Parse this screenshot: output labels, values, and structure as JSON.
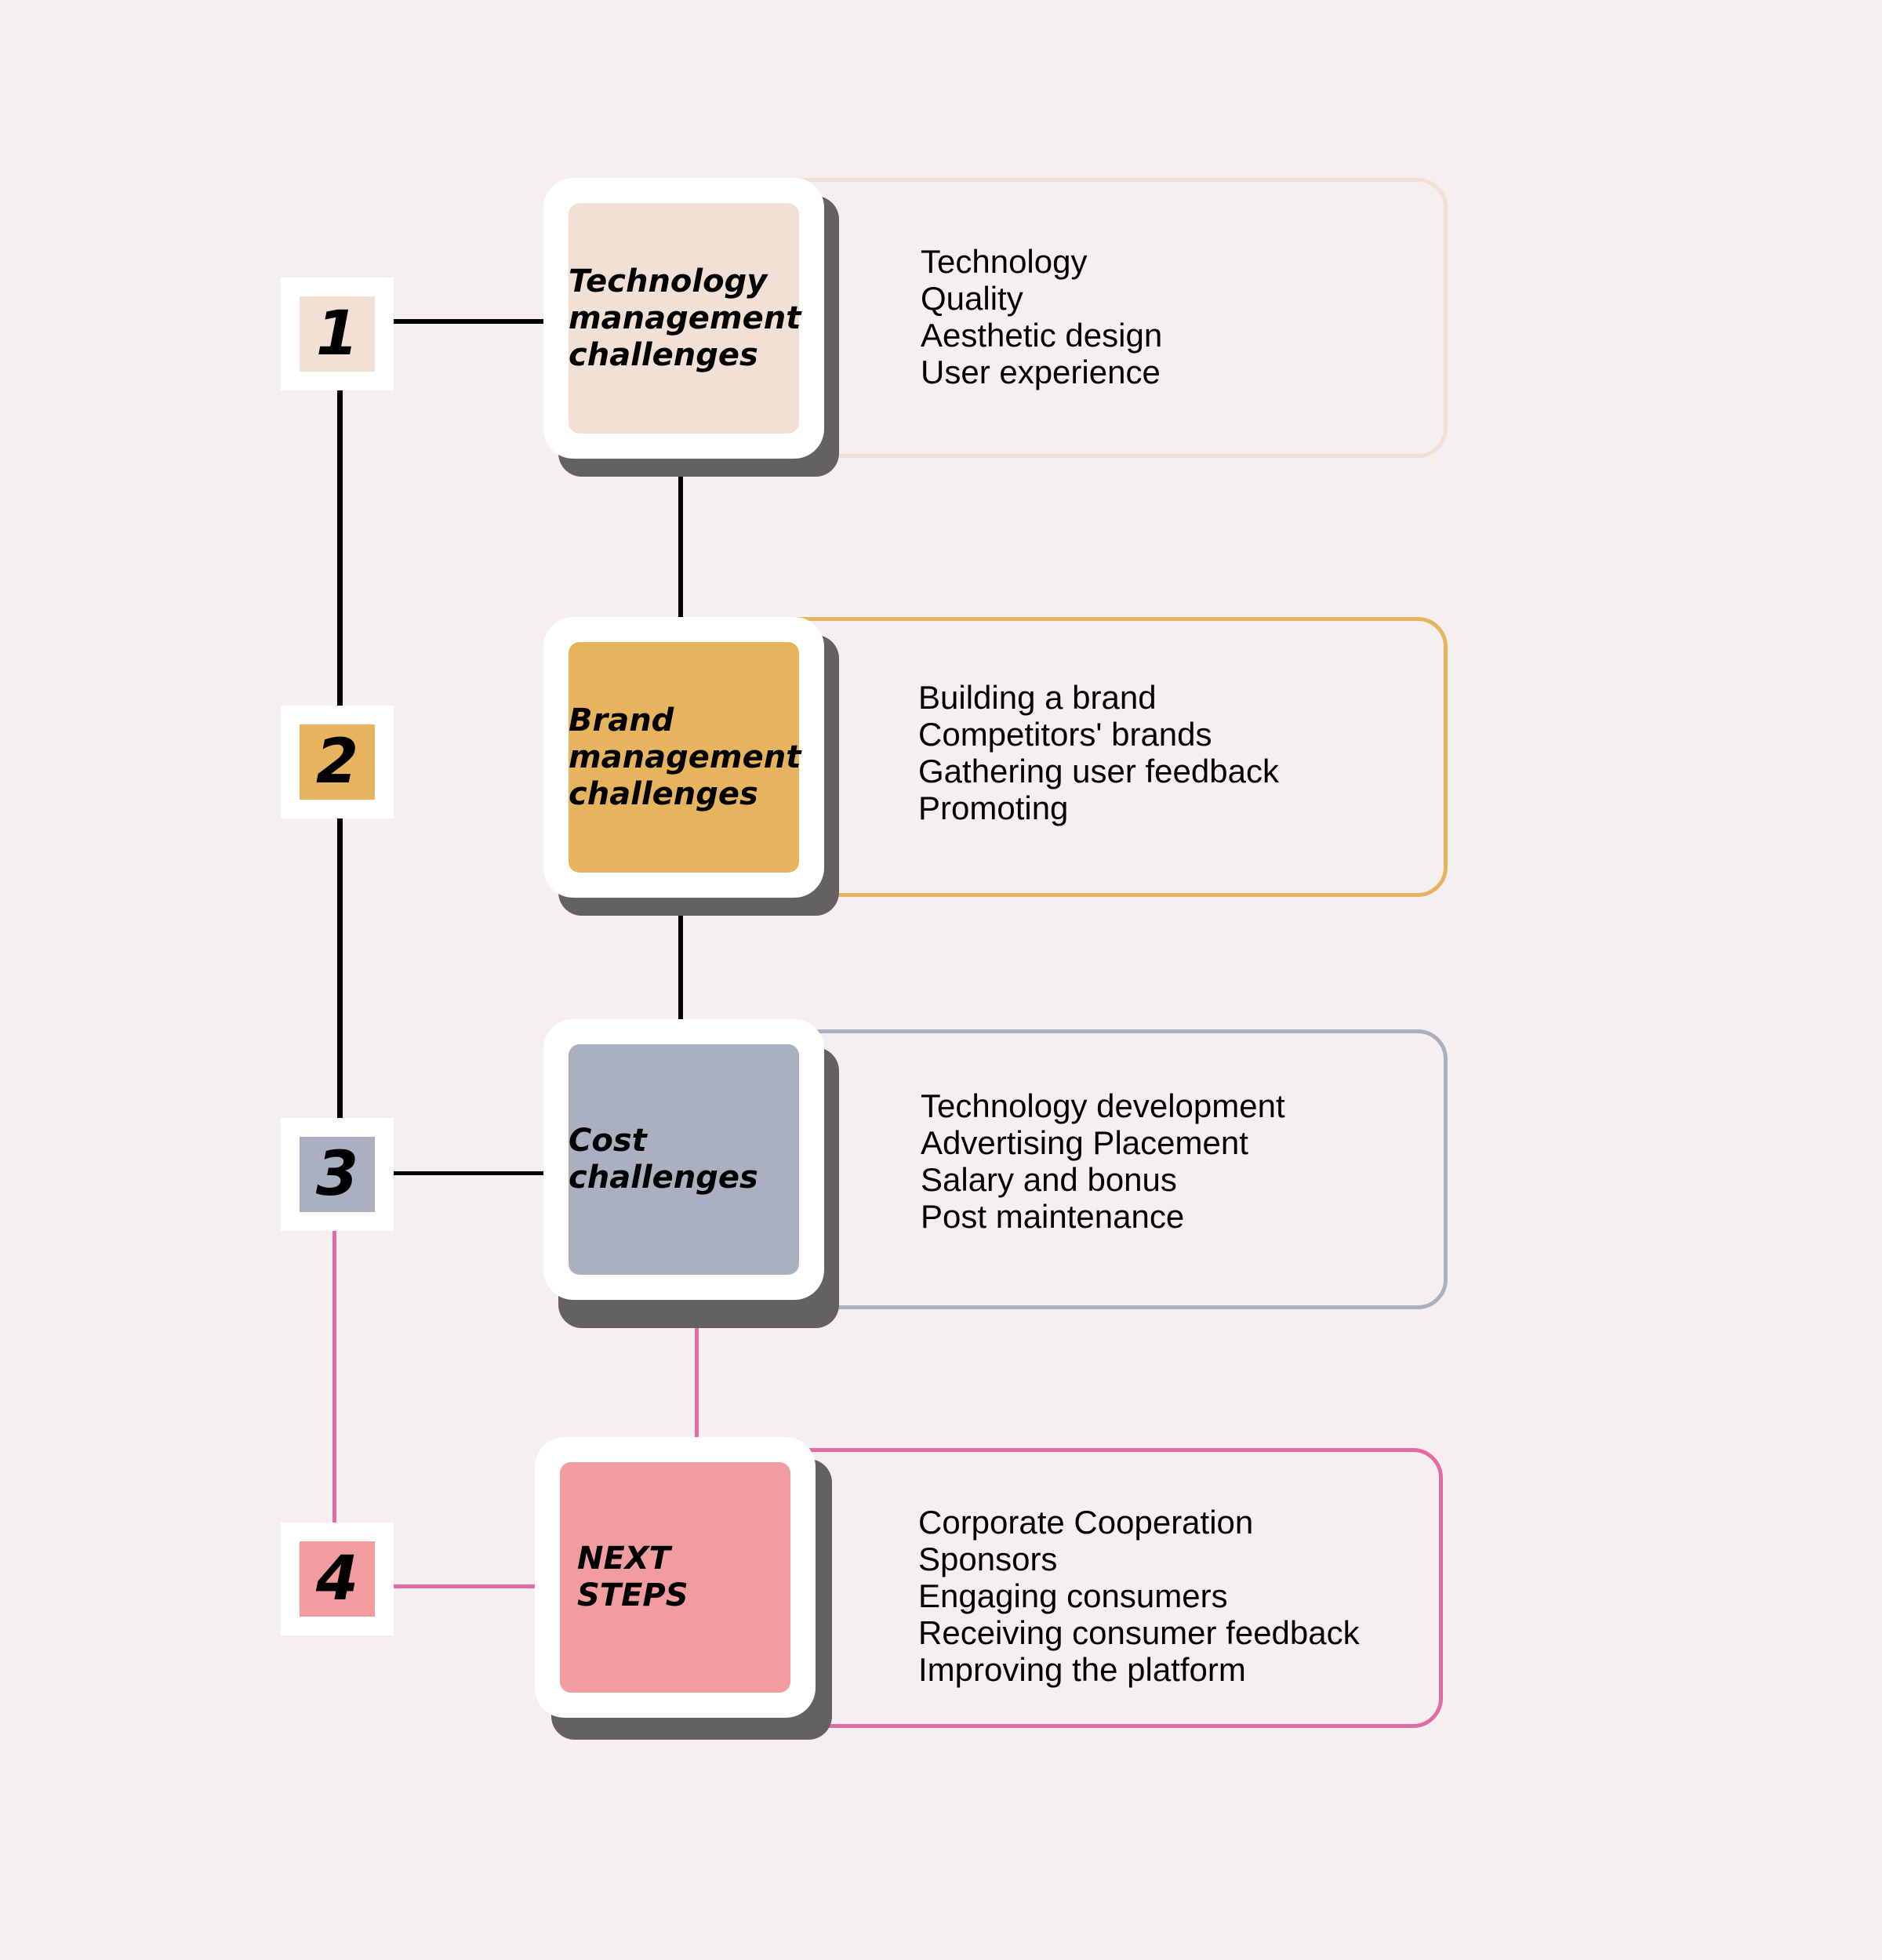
{
  "colors": {
    "background": "#f5efef",
    "connector_dark": "#000000",
    "connector_pink": "#e36ba3",
    "shadow": "#636261",
    "white": "#ffffff"
  },
  "steps": [
    {
      "number": "1",
      "title": "Technology\nmanagement\nchallenges",
      "color": "#f3e0d5",
      "items": [
        "Technology",
        "Quality",
        "Aesthetic design",
        "User experience"
      ]
    },
    {
      "number": "2",
      "title": "Brand\nmanagement\nchallenges",
      "color": "#e6b45f",
      "items": [
        "Building a brand",
        "Competitors' brands",
        "Gathering user feedback",
        "Promoting"
      ]
    },
    {
      "number": "3",
      "title": "Cost\nchallenges",
      "color": "#aab0c0",
      "items": [
        "Technology development",
        "Advertising Placement",
        "Salary and bonus",
        "Post maintenance"
      ]
    },
    {
      "number": "4",
      "title": "NEXT\nSTEPS",
      "color": "#f19da0",
      "frame_color": "#e36ba3",
      "items": [
        "Corporate Cooperation",
        "Sponsors",
        "Engaging consumers",
        "Receiving consumer feedback",
        "Improving the platform"
      ]
    }
  ]
}
